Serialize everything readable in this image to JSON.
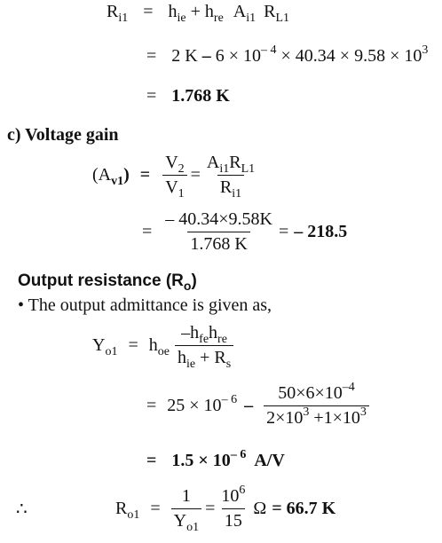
{
  "lines": {
    "ri1_lhs": "R",
    "ri1_sub": "i1",
    "eq": "=",
    "ri1_rhs_h1": "h",
    "ri1_rhs_ie": "ie",
    "plus": "+",
    "ri1_rhs_h2": "h",
    "ri1_rhs_re": "re",
    "ri1_rhs_A": "A",
    "ri1_rhs_Asub": "i1",
    "ri1_rhs_R": "R",
    "ri1_rhs_Rsub": "L1",
    "line2_a": "2 K",
    "line2_minus": "–",
    "line2_b": "6 × 10",
    "line2_exp1": "– 4",
    "line2_c": "× 40.34 × 9.58 × 10",
    "line2_exp2": "3",
    "line3_result": "1.768 K"
  },
  "voltage_gain": {
    "heading": "c) Voltage gain",
    "lhs_open": "(A",
    "lhs_sub": "v1",
    "lhs_close": ")",
    "v2": "V",
    "v2_sub": "2",
    "v1": "V",
    "v1_sub": "1",
    "num_A": "A",
    "num_Asub": "i1",
    "num_R": "R",
    "num_Rsub": "L1",
    "den_R": "R",
    "den_Rsub": "i1",
    "frac2_num": "– 40.34×9.58K",
    "frac2_den": "1.768 K",
    "result": "– 218.5"
  },
  "output_resistance": {
    "heading": "Output resistance (R",
    "heading_sub": "o",
    "heading_close": ")",
    "bullet": "•",
    "bullet_text": "The output admittance is given as,",
    "yo1": "Y",
    "yo1_sub": "o1",
    "hoe": "h",
    "hoe_sub": "oe",
    "num_minus_h": "–h",
    "num_fe": "fe",
    "num_h": "h",
    "num_re": "re",
    "den_h": "h",
    "den_ie": "ie",
    "den_plus": "+ R",
    "den_s": "s",
    "l2_a": "25 × 10",
    "l2_exp": "– 6",
    "l2_minus": "–",
    "l2_num": "50×6×10",
    "l2_num_exp": "–4",
    "l2_den_a": "2×10",
    "l2_den_exp1": "3",
    "l2_den_b": "+1×10",
    "l2_den_exp2": "3",
    "l3_a": "1.5 × 10",
    "l3_exp": "– 6",
    "l3_unit": "A/V",
    "therefore": "∴",
    "ro1": "R",
    "ro1_sub": "o1",
    "f1_num": "1",
    "f1_den": "Y",
    "f1_den_sub": "o1",
    "f2_num": "10",
    "f2_num_exp": "6",
    "f2_den": "15",
    "omega": "Ω",
    "final": "= 66.7 K"
  }
}
